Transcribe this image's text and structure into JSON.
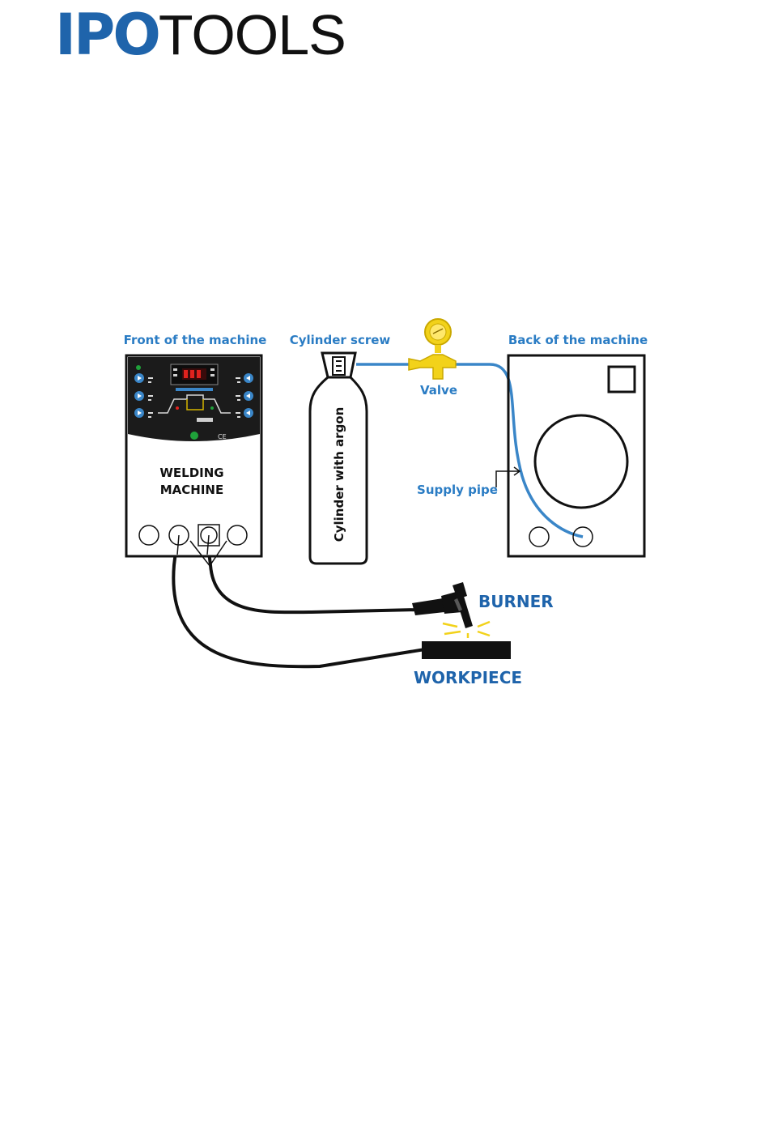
{
  "logo": {
    "part1": "IPO",
    "part2": "TOOLS"
  },
  "diagram": {
    "front_label": "Front of the machine",
    "screw_label": "Cylinder screw",
    "back_label": "Back of the machine",
    "valve_label": "Valve",
    "cylinder_label": "Cylinder with argon",
    "machine_line1": "WELDING",
    "machine_line2": "MACHINE",
    "supply_label": "Supply pipe",
    "burner_label": "BURNER",
    "workpiece_label": "WORKPIECE",
    "ce_mark": "CE"
  },
  "colors": {
    "brand_blue": "#1f64ab",
    "label_blue": "#2a7cc4",
    "pipe_blue": "#3a86c8",
    "valve_yellow": "#f2d21a",
    "panel_dark": "#1b1b1b",
    "led_red": "#e0221e",
    "indicator_green": "#1fa13a"
  }
}
